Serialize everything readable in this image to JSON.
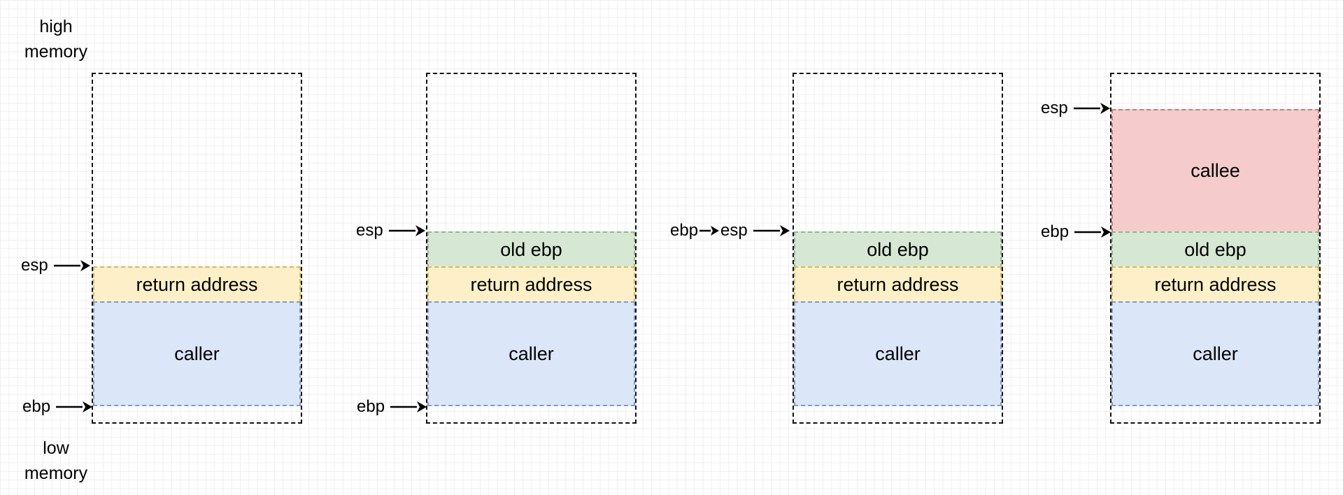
{
  "labels": {
    "high_memory": "high\nmemory",
    "low_memory": "low\nmemory"
  },
  "stacks": [
    {
      "blocks": {
        "return_address": "return address",
        "caller": "caller"
      },
      "pointers": {
        "esp": "esp",
        "ebp": "ebp"
      }
    },
    {
      "blocks": {
        "old_ebp": "old ebp",
        "return_address": "return address",
        "caller": "caller"
      },
      "pointers": {
        "esp": "esp",
        "ebp": "ebp"
      }
    },
    {
      "blocks": {
        "old_ebp": "old ebp",
        "return_address": "return address",
        "caller": "caller"
      },
      "pointers": {
        "ebp": "ebp",
        "esp": "esp"
      }
    },
    {
      "blocks": {
        "callee": "callee",
        "old_ebp": "old ebp",
        "return_address": "return address",
        "caller": "caller"
      },
      "pointers": {
        "esp": "esp",
        "ebp": "ebp"
      }
    }
  ],
  "colors": {
    "return_address": "#fdf0c8",
    "old_ebp": "#d6e8d4",
    "caller": "#dbe6f8",
    "callee": "#f5cbcb"
  }
}
